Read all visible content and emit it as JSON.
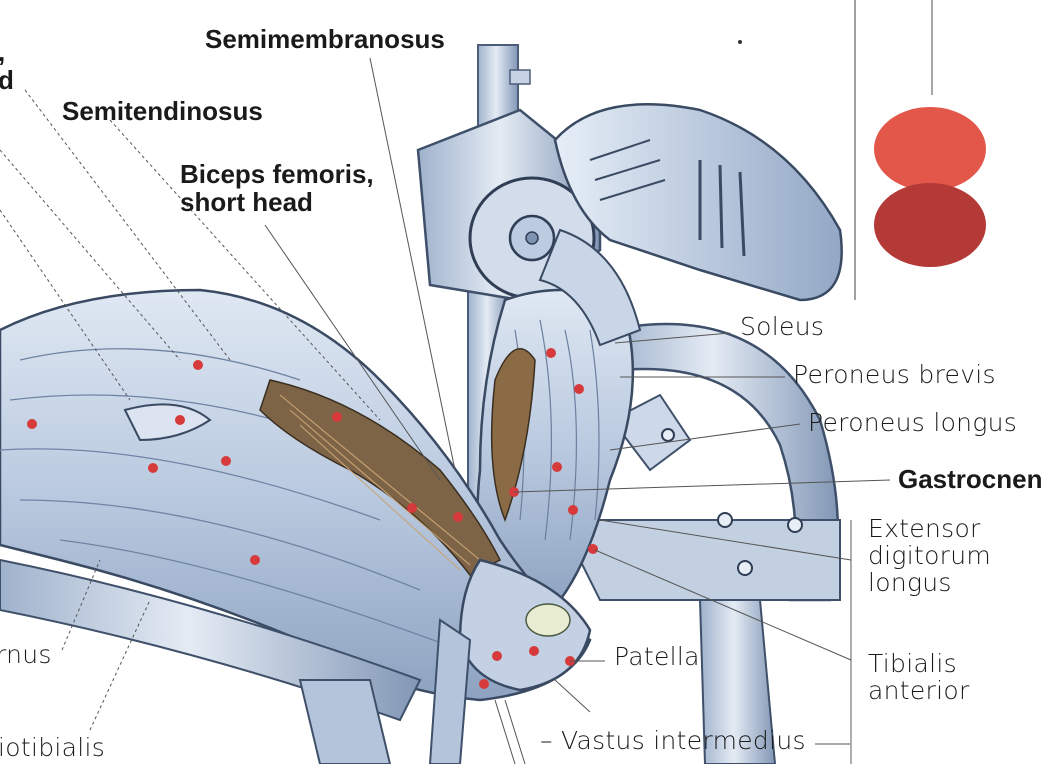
{
  "labels": {
    "semimembranosus": "Semimembranosus",
    "semitendinosus": "Semitendinosus",
    "biceps_short_head": "Biceps femoris,\nshort head",
    "soleus": "Soleus",
    "peroneus_brevis": "Peroneus brevis",
    "peroneus_longus": "Peroneus longus",
    "gastrocnemius": "Gastrocnen",
    "extensor_digitorum_longus": "Extensor\ndigitorum\nlongus",
    "patella": "Patella",
    "tibialis_anterior": "Tibialis\nanterior",
    "vastus_intermedius": "– Vastus intermedius",
    "partial_top_left": ",\nd",
    "partial_left_rnus": "rnus",
    "partial_bottom_left": "iotibialis"
  },
  "legend": {
    "swatches": [
      {
        "color": "#e2574a"
      },
      {
        "color": "#b33a36"
      }
    ]
  },
  "colors": {
    "muscle_fill": "#c6d4e6",
    "muscle_shade": "#8fa4c0",
    "marker_red": "#d63a3a",
    "leader_line": "#555555"
  }
}
